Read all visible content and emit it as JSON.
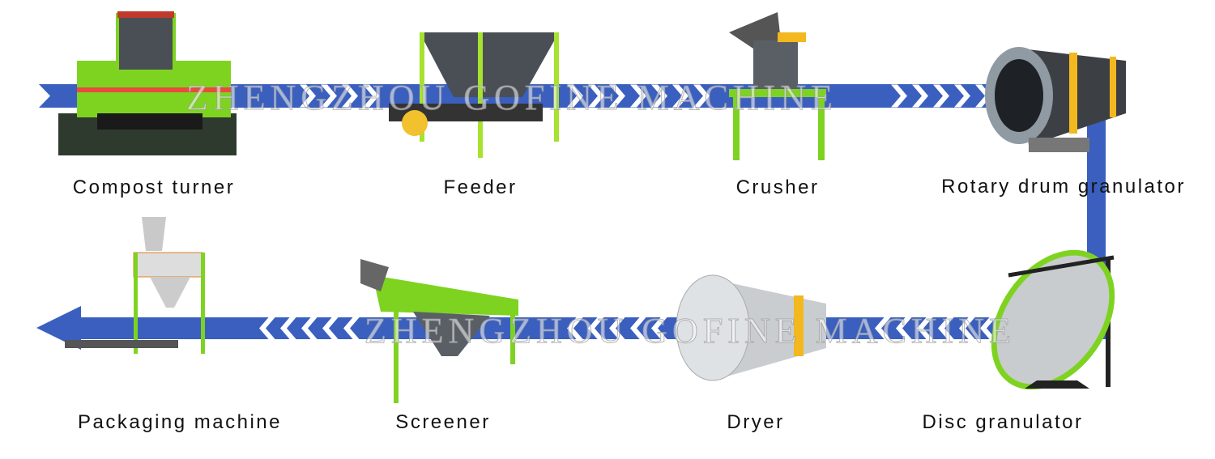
{
  "colors": {
    "flow_arrow": "#3a5fbf",
    "machine_green": "#7ed321",
    "machine_grey": "#5a5f66",
    "machine_yellow": "#f2b81e"
  },
  "watermark": {
    "top": "ZHENGZHOU GOFINE MACHINE",
    "bottom": "ZHENGZHOU GOFINE MACHINE"
  },
  "steps": [
    {
      "label": "Compost turner"
    },
    {
      "label": "Feeder"
    },
    {
      "label": "Crusher"
    },
    {
      "label": "Rotary drum granulator"
    },
    {
      "label": "Disc granulator"
    },
    {
      "label": "Dryer"
    },
    {
      "label": "Screener"
    },
    {
      "label": "Packaging machine"
    }
  ]
}
